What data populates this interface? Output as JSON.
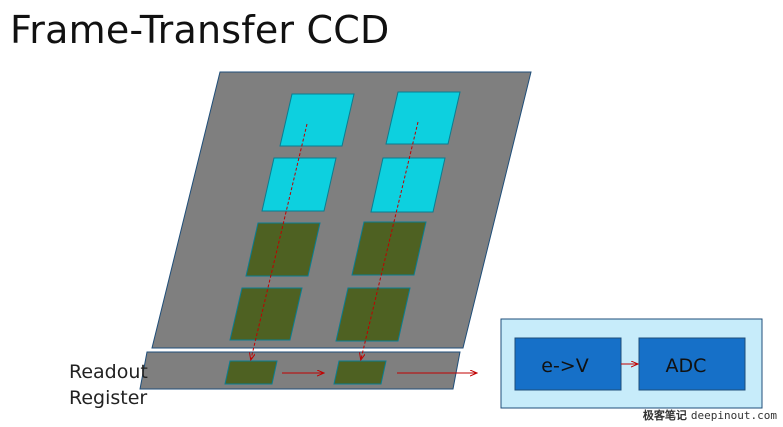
{
  "title": "Frame-Transfer CCD",
  "readout_label": {
    "line1": "Readout",
    "line2": "Register"
  },
  "blocks": {
    "ev": "e->V",
    "adc": "ADC"
  },
  "watermark": {
    "cn": "极客笔记",
    "url": "deepinout.com"
  },
  "colors": {
    "ccd_body": "#7f7f7f",
    "image_pixel": "#0dd0df",
    "storage_pixel": "#4e6122",
    "block_fill": "#1670c8",
    "panel_fill": "#c7ecfa",
    "arrow": "#c00000"
  }
}
